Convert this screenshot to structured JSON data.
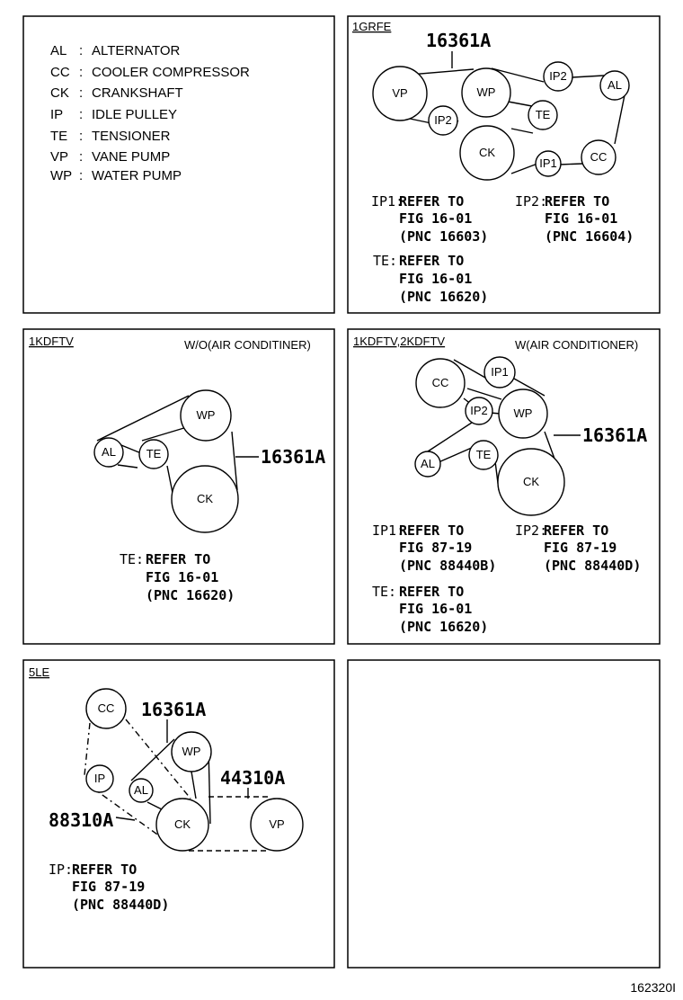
{
  "legend": [
    {
      "code": "AL",
      "name": "ALTERNATOR"
    },
    {
      "code": "CC",
      "name": "COOLER COMPRESSOR"
    },
    {
      "code": "CK",
      "name": "CRANKSHAFT"
    },
    {
      "code": "IP",
      "name": "IDLE PULLEY"
    },
    {
      "code": "TE",
      "name": "TENSIONER"
    },
    {
      "code": "VP",
      "name": "VANE PUMP"
    },
    {
      "code": "WP",
      "name": "WATER PUMP"
    }
  ],
  "panel_1grfe": {
    "tag": "1GRFE",
    "part_number": "16361A",
    "pulleys": {
      "vp": "VP",
      "wp": "WP",
      "ip2_left": "IP2",
      "ip2_top": "IP2",
      "al": "AL",
      "te": "TE",
      "ck": "CK",
      "ip1": "IP1",
      "cc": "CC"
    },
    "notes": [
      {
        "label": "IP1:",
        "lines": [
          "REFER TO",
          "FIG 16-01",
          "(PNC 16603)"
        ]
      },
      {
        "label": "IP2:",
        "lines": [
          "REFER TO",
          "FIG 16-01",
          "(PNC 16604)"
        ]
      },
      {
        "label": "TE:",
        "lines": [
          "REFER TO",
          "FIG 16-01",
          "(PNC 16620)"
        ]
      }
    ]
  },
  "panel_1kdftv": {
    "tag": "1KDFTV",
    "condition": "W/O(AIR CONDITINER)",
    "part_number": "16361A",
    "pulleys": {
      "wp": "WP",
      "al": "AL",
      "te": "TE",
      "ck": "CK"
    },
    "notes": [
      {
        "label": "TE:",
        "lines": [
          "REFER TO",
          "FIG 16-01",
          "(PNC 16620)"
        ]
      }
    ]
  },
  "panel_1kdftv_2kdftv": {
    "tag": "1KDFTV,2KDFTV",
    "condition": "W(AIR CONDITIONER)",
    "part_number": "16361A",
    "pulleys": {
      "cc": "CC",
      "ip1": "IP1",
      "ip2": "IP2",
      "wp": "WP",
      "al": "AL",
      "te": "TE",
      "ck": "CK"
    },
    "notes": [
      {
        "label": "IP1:",
        "lines": [
          "REFER TO",
          "FIG 87-19",
          "(PNC 88440B)"
        ]
      },
      {
        "label": "IP2:",
        "lines": [
          "REFER TO",
          "FIG 87-19",
          "(PNC 88440D)"
        ]
      },
      {
        "label": "TE:",
        "lines": [
          "REFER TO",
          "FIG 16-01",
          "(PNC 16620)"
        ]
      }
    ]
  },
  "panel_5le": {
    "tag": "5LE",
    "part_numbers": {
      "belt_main": "16361A",
      "belt_vp": "44310A",
      "belt_cc": "88310A"
    },
    "pulleys": {
      "cc": "CC",
      "wp": "WP",
      "ip": "IP",
      "al": "AL",
      "ck": "CK",
      "vp": "VP"
    },
    "notes": [
      {
        "label": "IP:",
        "lines": [
          "REFER TO",
          "FIG 87-19",
          "(PNC 88440D)"
        ]
      }
    ]
  },
  "figure_id": "162320I"
}
